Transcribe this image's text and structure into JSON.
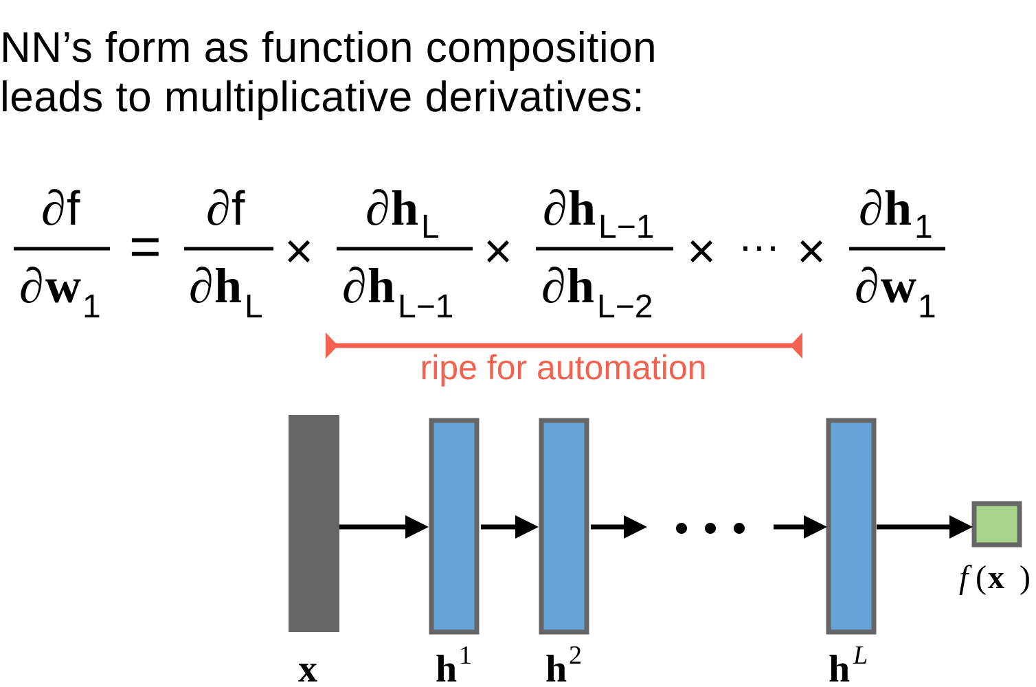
{
  "title": {
    "line1": "NN’s form as function composition",
    "line2": "leads to multiplicative derivatives:"
  },
  "equation": {
    "partial": "∂",
    "times": "×",
    "equals": "=",
    "ellipsis": "···",
    "f": "f",
    "w": "w",
    "h": "h",
    "sub_1": "1",
    "sub_L": "L",
    "sub_L_minus_1": "L−1",
    "sub_L_minus_2": "L−2"
  },
  "annotation": {
    "label": "ripe for automation",
    "color": "#f4624f"
  },
  "network": {
    "input_label": "x",
    "hidden_labels": [
      "h",
      "h",
      "h"
    ],
    "hidden_superscripts": [
      "1",
      "2",
      "L"
    ],
    "ellipsis": "• • •",
    "output_label_f": "f",
    "output_label_paren_open": "(",
    "output_label_x": "x",
    "output_label_paren_close": ")",
    "colors": {
      "input": "#666666",
      "hidden": "#66a3d9",
      "border": "#666666",
      "output": "#a7d58c",
      "arrow": "#000000"
    }
  }
}
